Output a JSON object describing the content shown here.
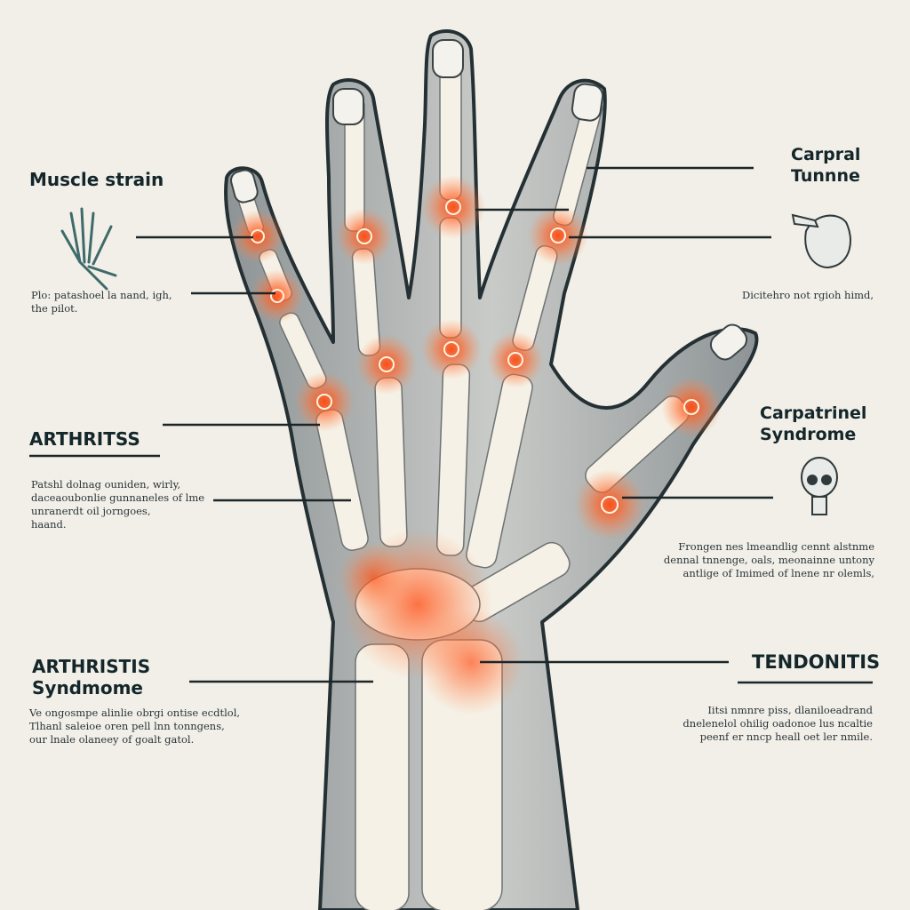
{
  "labels": {
    "muscle_strain": {
      "title": "Muscle strain",
      "desc": "Plo: patashoel la nand, igh, the pilot."
    },
    "carpal_tunnel": {
      "title_line1": "Carpral",
      "title_line2": "Tunnne",
      "desc": "Dicitehro not rgioh himd,"
    },
    "arthritis": {
      "title": "ARTHRITSS",
      "desc_lines": [
        "Patshl dolnag ouniden, wirly,",
        "daceaoubonlie gunnaneles of lme",
        "unranerdt oil jorngoes,",
        "haand."
      ]
    },
    "carpal_syndrome": {
      "title_line1": "Carpatrinel",
      "title_line2": "Syndrome",
      "desc_lines": [
        "Frongen nes lmeandlig cennt alstnme",
        "dennal tnnenge, oals, meonainne untony",
        "antlige of Imimed of lnene nr olemls,"
      ]
    },
    "arthritis_syndrome": {
      "title_line1": "ARTHRISTIS",
      "title_line2": "Syndmome",
      "desc_lines": [
        "Ve ongosmpe alinlie obrgi ontise ecdtlol,",
        "Tlhanl saleioe oren pell lnn tonngens,",
        "our lnale olaneey of goalt gatol."
      ]
    },
    "tendonitis": {
      "title": "TENDONITIS",
      "desc_lines": [
        "Iitsi nmnre piss, dlaniloeadrand",
        "dnelenelol ohilig oadonoe lus ncaltie",
        "peenf er nncp heall oet ler nmile."
      ]
    }
  },
  "colors": {
    "background": "#f1efe8",
    "ink": "#14262a",
    "inflammation": "#ff5a1f",
    "muscle": "#9aa0a2",
    "bone": "#f6f1e6"
  }
}
